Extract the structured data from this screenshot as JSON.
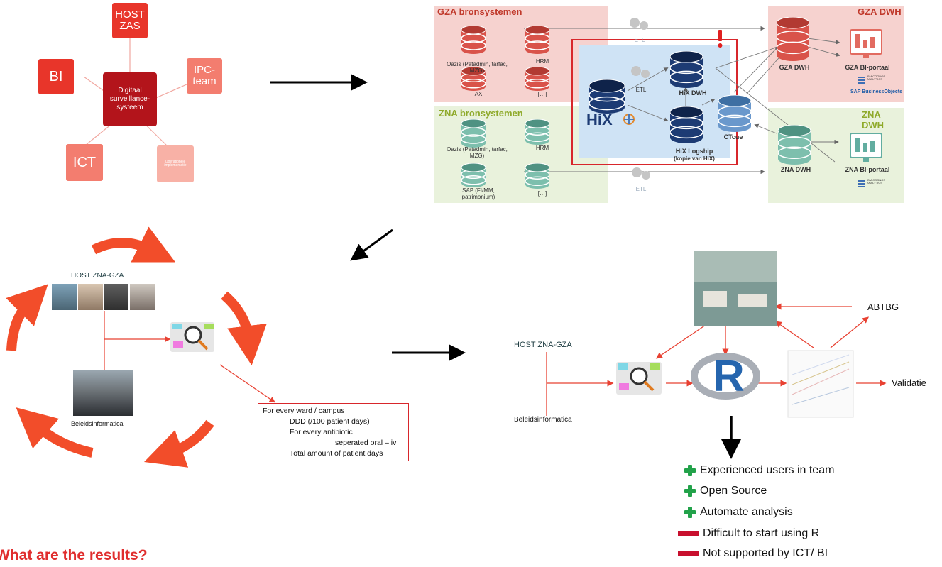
{
  "stakeholders": {
    "center": "Digitaal surveillance-systeem",
    "host": "HOST ZAS",
    "ipc": "IPC-team",
    "bi": "BI",
    "ict": "ICT",
    "ops": "Operationele implementatie"
  },
  "architecture": {
    "gza_title": "GZA bronsystemen",
    "gza_dwh_title": "GZA DWH",
    "zna_title": "ZNA bronsystemen",
    "zna_dwh_title": "ZNA DWH",
    "gza_db1": "Oazis (Patadmin, tarfac, MZG)",
    "gza_db2": "HRM",
    "gza_db3": "AX",
    "gza_db4": "[…]",
    "zna_db1": "Oazis (Patadmin, tarfac, MZG)",
    "zna_db2": "HRM",
    "zna_db3": "SAP (FI/MM, patrimonium)",
    "zna_db4": "[…]",
    "etl": "ETL",
    "hix": "HiX",
    "hix_dwh": "HiX DWH",
    "hix_logship": "HiX Logship",
    "hix_logship_sub": "(kopie van HiX)",
    "ctcue": "CTcue",
    "gza_dwh_db": "GZA DWH",
    "gza_bi": "GZA BI-portaal",
    "zna_dwh_db": "ZNA DWH",
    "zna_bi": "ZNA BI-portaal",
    "cognos_top": "IBM COGNOS ANALYTICS",
    "sap_bo": "SAP BusinessObjects",
    "cognos_bottom": "IBM COGNOS ANALYTICS"
  },
  "cycle": {
    "host_label": "HOST ZNA-GZA",
    "bi_label": "Beleidsinformatica",
    "query_label": "Query",
    "box_lines": [
      "For every ward / campus",
      "DDD (/100 patient days)",
      "For every antibiotic",
      "seperated oral – iv",
      "Total amount of patient days"
    ]
  },
  "pipeline": {
    "host_label": "HOST ZNA-GZA",
    "bi_label": "Beleidsinformatica",
    "query_label": "Query",
    "r_label": "R",
    "abtbg": "ABTBG",
    "validatie": "Validatie"
  },
  "pros": [
    "Experienced users in team",
    "Open Source",
    "Automate analysis"
  ],
  "cons": [
    "Difficult to start using R",
    "Not supported by ICT/ BI"
  ],
  "footer_heading": "What are the results?",
  "colors": {
    "red_dark": "#b3141b",
    "red": "#e8352a",
    "salmon": "#f37d6f",
    "pink": "#f8b1a6",
    "gza_bg": "#f6d2cf",
    "zna_bg": "#e9f2dc",
    "hix_bg": "#cfe3f5",
    "navy": "#1d3b74",
    "teal": "#5ba89a",
    "accent_red": "#e84132"
  }
}
